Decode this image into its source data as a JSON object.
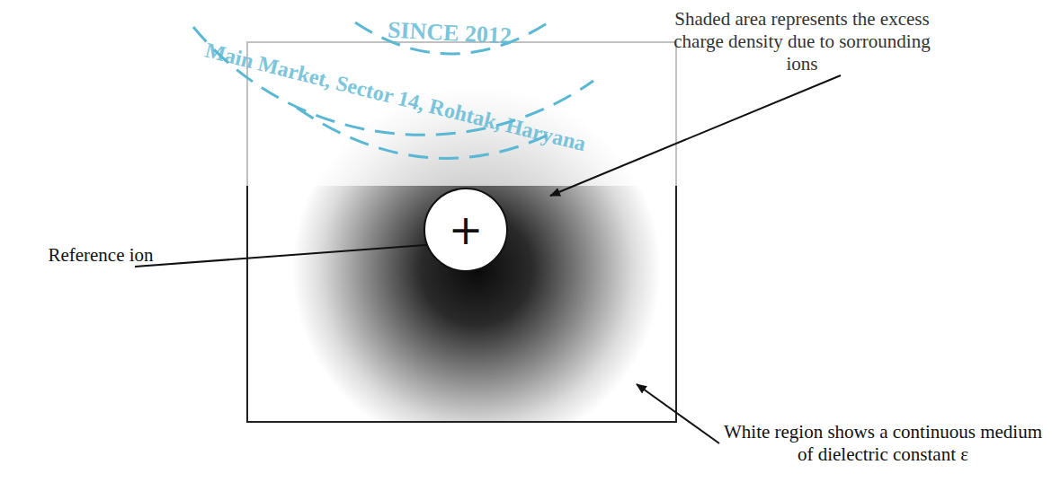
{
  "diagram": {
    "nodes": [
      {
        "text": [
          "+"
        ]
      }
    ],
    "labels": [
      "Reference ion",
      "Shaded area represents the excess charge density due to sorrounding ions",
      "White region shows a continuous medium of dielectric constant ε",
      "SINCE 2012",
      "Main Market, Sector 14, Rohtak, Haryana"
    ]
  }
}
